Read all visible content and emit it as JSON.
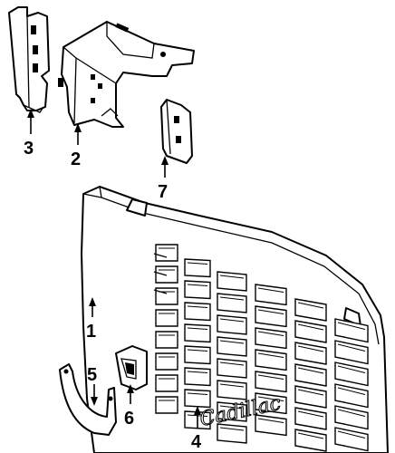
{
  "callouts": {
    "part1": "1",
    "part2": "2",
    "part3": "3",
    "part4": "4",
    "part5": "5",
    "part6": "6",
    "part7": "7"
  },
  "emblem": {
    "text": "Cadillac"
  }
}
